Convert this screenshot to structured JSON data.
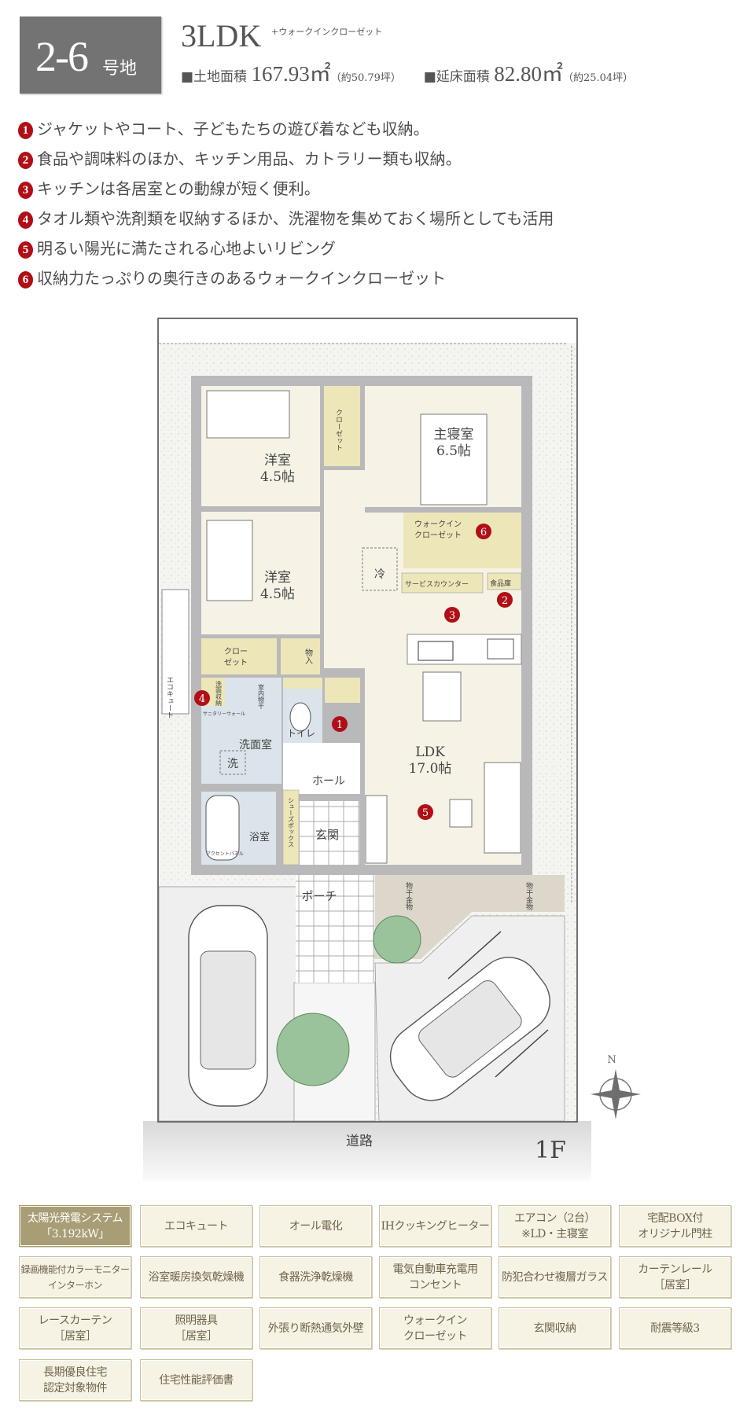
{
  "header": {
    "lot_number": "2-6",
    "lot_suffix": "号地",
    "layout_type": "3LDK",
    "layout_extra": "+ウォークインクローゼット",
    "land_area_label": "■土地面積",
    "land_area_value": "167.93㎡",
    "land_area_tsubo": "（約50.79坪）",
    "floor_area_label": "■延床面積",
    "floor_area_value": "82.80㎡",
    "floor_area_tsubo": "（約25.04坪）"
  },
  "features": [
    {
      "num": "1",
      "text": "ジャケットやコート、子どもたちの遊び着なども収納。"
    },
    {
      "num": "2",
      "text": "食品や調味料のほか、キッチン用品、カトラリー類も収納。"
    },
    {
      "num": "3",
      "text": "キッチンは各居室との動線が短く便利。"
    },
    {
      "num": "4",
      "text": "タオル類や洗剤類を収納するほか、洗濯物を集めておく場所としても活用"
    },
    {
      "num": "5",
      "text": "明るい陽光に満たされる心地よいリビング"
    },
    {
      "num": "6",
      "text": "収納力たっぷりの奥行きのあるウォークインクローゼット"
    }
  ],
  "plan": {
    "room_western1": "洋室",
    "room_western1_size": "4.5帖",
    "room_western2": "洋室",
    "room_western2_size": "4.5帖",
    "room_master": "主寝室",
    "room_master_size": "6.5帖",
    "closet_upper": "クローゼット",
    "wic_line1": "ウォークイン",
    "wic_line2": "クローゼット",
    "fridge": "冷",
    "service_counter": "サービスカウンター",
    "pantry": "食品庫",
    "closet_lower_line1": "クロー",
    "closet_lower_line2": "ゼット",
    "storage": "物入",
    "vanity_storage": "洗面収納",
    "indoor_drying": "室内物干",
    "sanitary_wall": "サニタリーウォール",
    "washroom": "洗面室",
    "washer": "洗",
    "toilet": "トイレ",
    "hall": "ホール",
    "bath": "浴室",
    "accent_panel": "アクセントパネル",
    "shoebox": "シューズボックス",
    "entrance": "玄関",
    "porch": "ポーチ",
    "ldk": "LDK",
    "ldk_size": "17.0帖",
    "drying_hardware": "物干金物",
    "ecocute": "エコキュート",
    "road": "道路",
    "floor": "1F",
    "north": "N",
    "markers": [
      "1",
      "2",
      "3",
      "4",
      "5",
      "6"
    ]
  },
  "equipment": [
    "太陽光発電システム\n「3.192kW」",
    "エコキュート",
    "オール電化",
    "IHクッキングヒーター",
    "エアコン（2台）\n※LD・主寝室",
    "宅配BOX付\nオリジナル門柱",
    "録画機能付カラーモニター\nインターホン",
    "浴室暖房換気乾燥機",
    "食器洗浄乾燥機",
    "電気自動車充電用\nコンセント",
    "防犯合わせ複層ガラス",
    "カーテンレール\n［居室］",
    "レースカーテン\n［居室］",
    "照明器具\n［居室］",
    "外張り断熱通気外壁",
    "ウォークイン\nクローゼット",
    "玄関収納",
    "耐震等級3",
    "長期優良住宅\n認定対象物件",
    "住宅性能評価書"
  ],
  "colors": {
    "marker_red": "#b10f17",
    "badge_gray": "#737373",
    "equip_highlight": "#a89d75",
    "equip_bg": "#f6f3e5"
  }
}
